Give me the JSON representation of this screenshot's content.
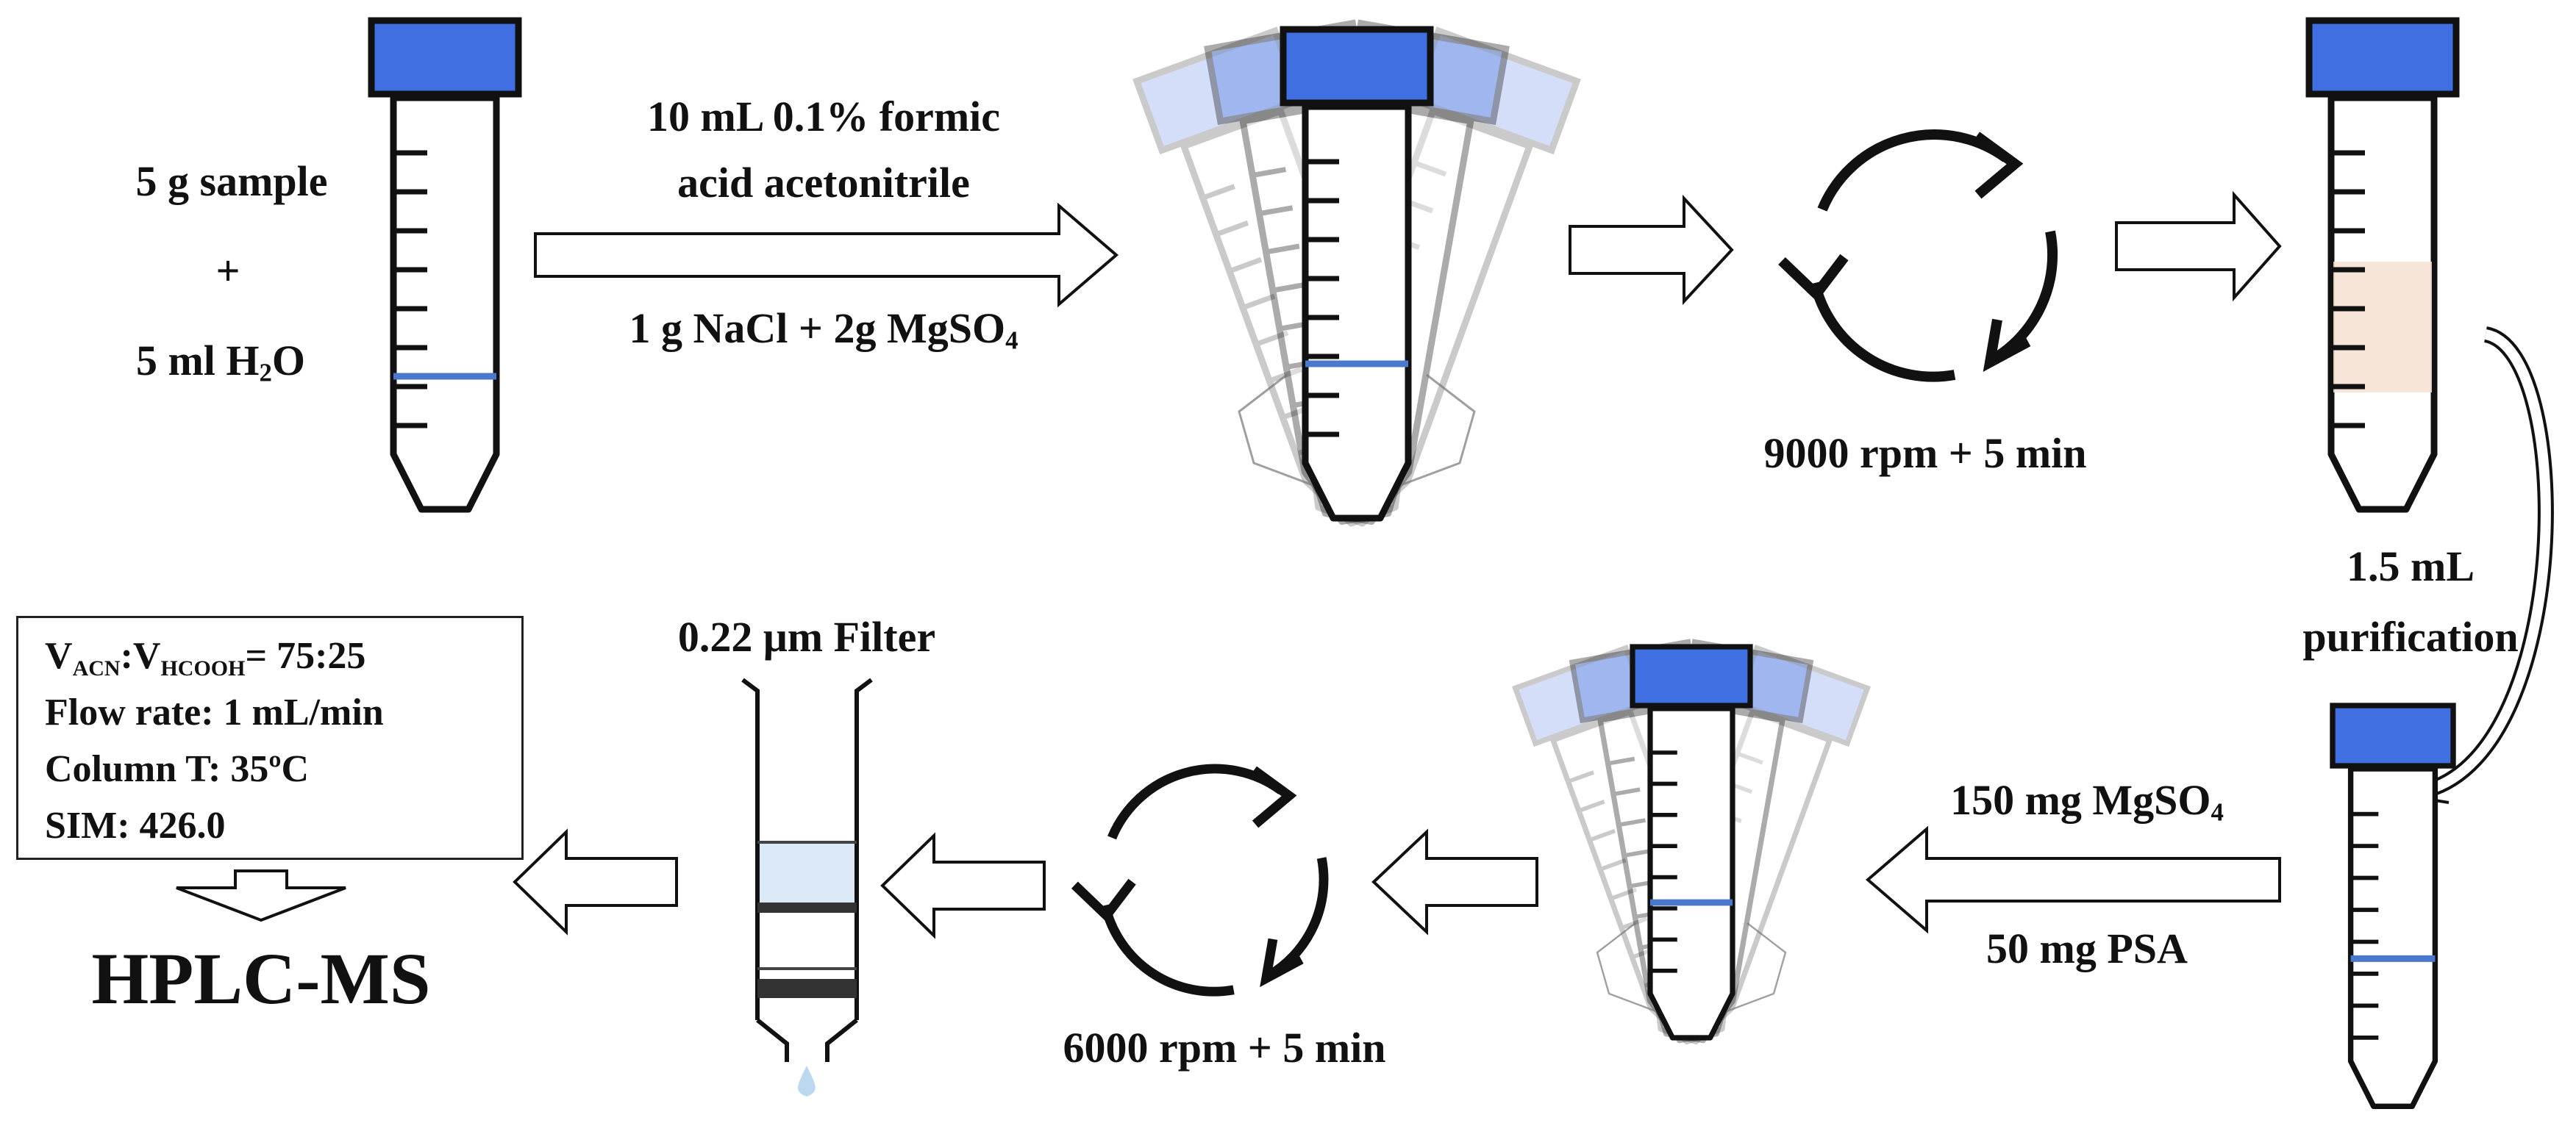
{
  "colors": {
    "cap": "#3f6fe0",
    "layer_line": "#4a78cc",
    "extract_fill": "#f7e1d3",
    "filter_layer": "#dbe9f6",
    "drop": "#bcd8f0",
    "stroke": "#111111"
  },
  "step1": {
    "sample_line": "5  g sample",
    "plus": "+",
    "water_main": "5 ml H",
    "water_sub": "2",
    "water_end": "O"
  },
  "step2": {
    "reagent_line1": "10 mL 0.1% formic",
    "reagent_line2": "acid acetonitrile",
    "salts_main": "1 g NaCl + 2g MgSO",
    "salts_sub": "4"
  },
  "step3": {
    "centrifuge_label": "9000 rpm + 5 min"
  },
  "step4": {
    "transfer_line1": "1.5 mL",
    "transfer_line2": "purification"
  },
  "step5": {
    "mgso4_main": "150 mg MgSO",
    "mgso4_sub": "4",
    "psa": "50 mg PSA"
  },
  "step6": {
    "centrifuge_label": "6000 rpm + 5 min"
  },
  "step7": {
    "filter_label": "0.22 μm Filter"
  },
  "conditions": {
    "ratio_v1": "V",
    "ratio_s1": "ACN",
    "ratio_sep": ":V",
    "ratio_s2": "HCOOH",
    "ratio_val": "= 75:25",
    "flow": "Flow rate: 1 mL/min",
    "column": "Column T: 35ºC",
    "sim": "SIM: 426.0"
  },
  "final": {
    "instrument": "HPLC-MS"
  }
}
